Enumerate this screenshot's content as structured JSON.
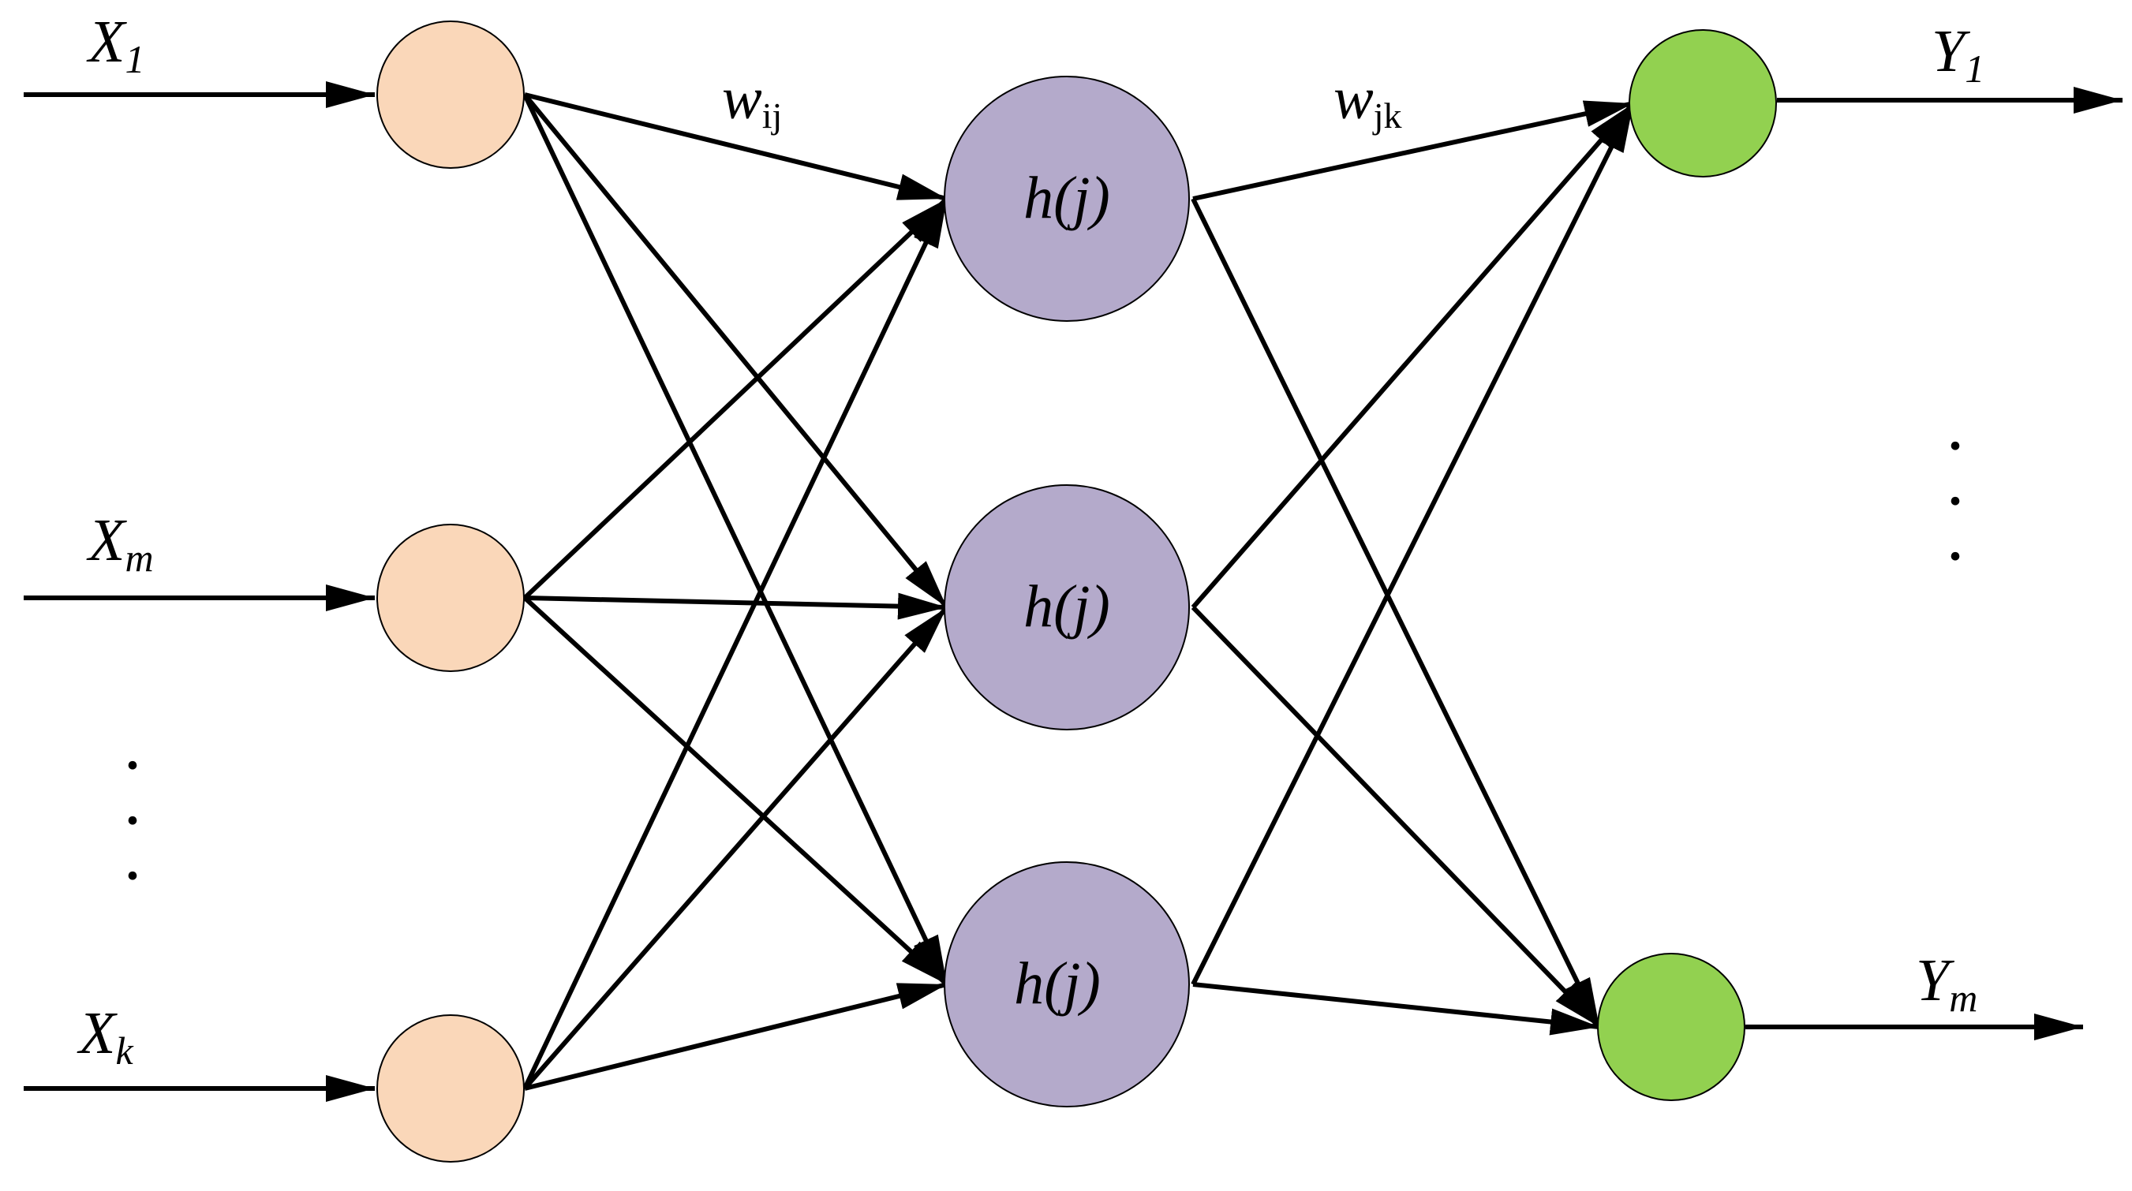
{
  "colors": {
    "input_node": "#fad7b9",
    "hidden_node": "#b4aacb",
    "output_node": "#92d150",
    "edge": "#000000"
  },
  "inputs": [
    {
      "base": "X",
      "sub": "1"
    },
    {
      "base": "X",
      "sub": "m"
    },
    {
      "base": "X",
      "sub": "k"
    }
  ],
  "hidden": [
    {
      "label": "h(j)"
    },
    {
      "label": "h(j)"
    },
    {
      "label": "h(j)"
    }
  ],
  "outputs": [
    {
      "base": "Y",
      "sub": "1"
    },
    {
      "base": "Y",
      "sub": "m"
    }
  ],
  "weights": {
    "input_hidden": {
      "base": "w",
      "sub": "ij"
    },
    "hidden_output": {
      "base": "w",
      "sub": "jk"
    }
  },
  "ellipsis": "·"
}
